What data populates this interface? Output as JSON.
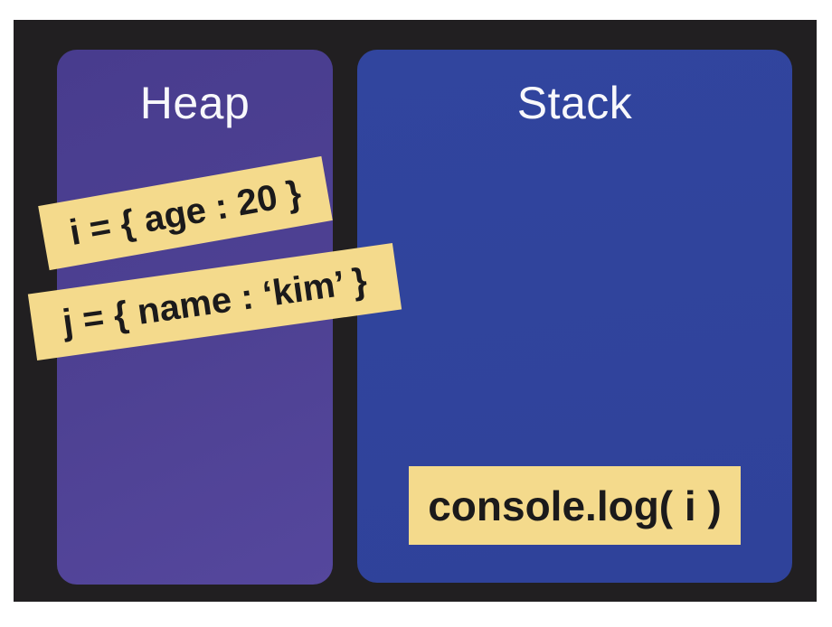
{
  "page": {
    "background_color": "#ffffff",
    "board_color": "#211f21",
    "title_text_color": "#f8f8fb"
  },
  "heap_panel": {
    "title": "Heap",
    "color": "#4e4193"
  },
  "stack_panel": {
    "title": "Stack",
    "color": "#30449c"
  },
  "notes": {
    "note_background_color": "#f4da8c",
    "note_text_color": "#1b1a1b",
    "i_assignment": "i = { age : 20 }",
    "j_assignment": "j = { name : ‘kim’ }",
    "console_log": "console.log( i )"
  }
}
